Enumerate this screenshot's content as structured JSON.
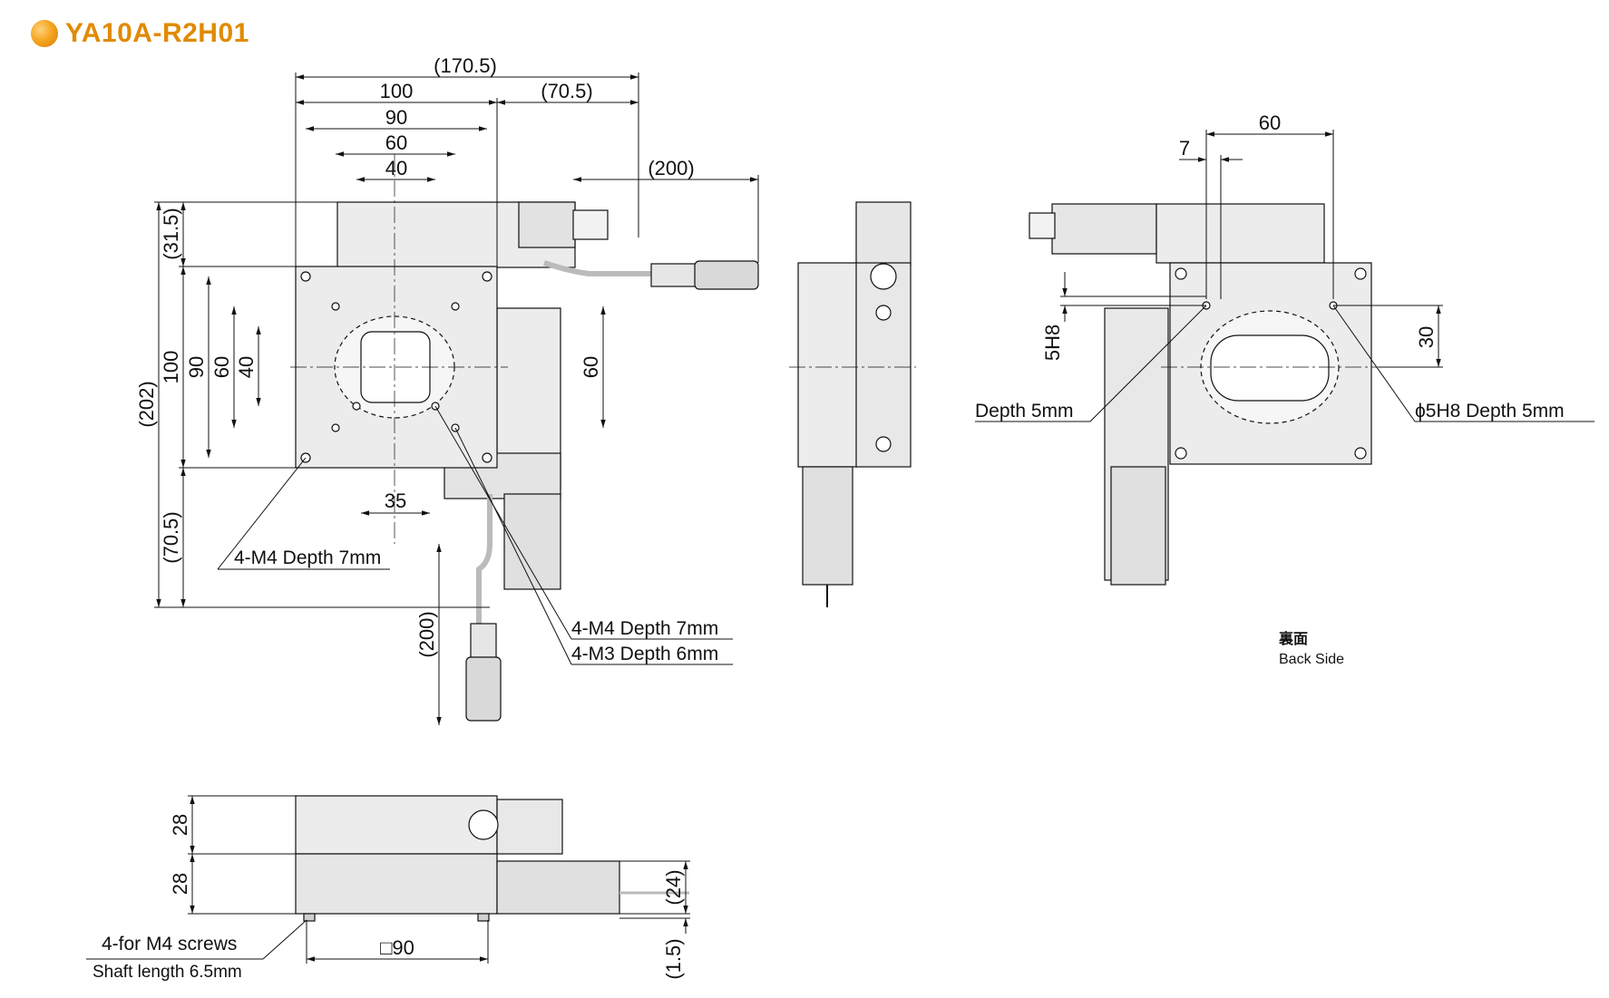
{
  "title": "YA10A-R2H01",
  "colors": {
    "accent": "#e08a00",
    "line": "#111111",
    "part": "#ececec",
    "partDark": "#d8d8d8"
  },
  "dims": {
    "top_overall": "(170.5)",
    "top_100": "100",
    "top_705": "(70.5)",
    "top_90": "90",
    "top_60": "60",
    "top_40": "40",
    "cable_200": "(200)",
    "left_315": "(31.5)",
    "left_202": "(202)",
    "left_100": "100",
    "left_90": "90",
    "left_60": "60",
    "left_40": "40",
    "left_705": "(70.5)",
    "right_60": "60",
    "bottom_35": "35",
    "cable_down_200": "(200)",
    "back_60": "60",
    "back_7": "7",
    "back_5h8": "5H8",
    "back_30": "30",
    "side_28a": "28",
    "side_28b": "28",
    "side_24": "(24)",
    "side_15": "(1.5)",
    "side_sq90": "□90"
  },
  "labels": {
    "m4_top": "4-M4 Depth 7mm",
    "m4_mid": "4-M4 Depth 7mm",
    "m3": "4-M3 Depth 6mm",
    "depth5": "Depth 5mm",
    "phi5h8": "ϕ5H8 Depth 5mm",
    "back_jp": "裏面",
    "back_en": "Back Side",
    "screws1": "4-for M4 screws",
    "screws2": "Shaft length 6.5mm"
  }
}
